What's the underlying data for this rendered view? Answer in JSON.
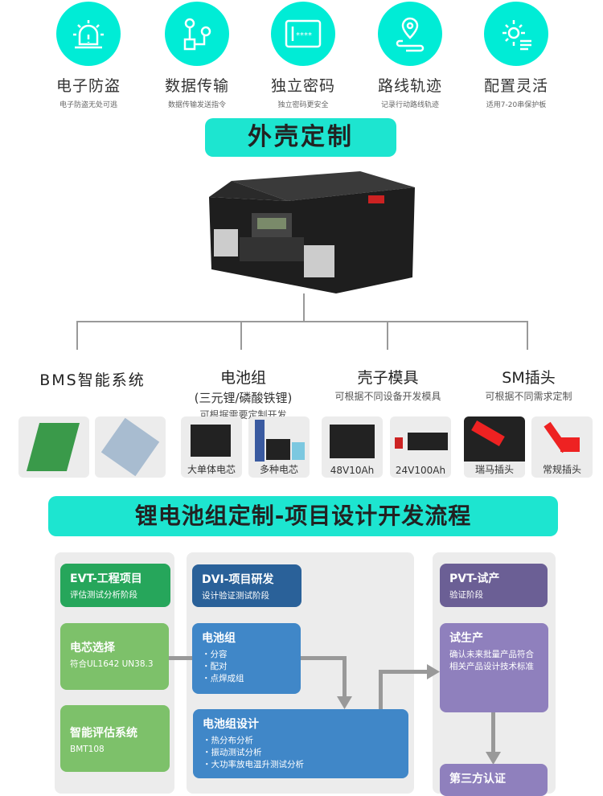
{
  "features": [
    {
      "icon": "alarm-icon",
      "title": "电子防盗",
      "sub": "电子防盗无处可逃"
    },
    {
      "icon": "data-transfer-icon",
      "title": "数据传输",
      "sub": "数据传输发送指令"
    },
    {
      "icon": "password-icon",
      "title": "独立密码",
      "sub": "独立密码更安全"
    },
    {
      "icon": "route-icon",
      "title": "路线轨迹",
      "sub": "记录行动路线轨迹"
    },
    {
      "icon": "gear-config-icon",
      "title": "配置灵活",
      "sub": "适用7-20串保护板"
    }
  ],
  "section1_title": "外壳定制",
  "categories": [
    {
      "title": "BMS智能系统"
    },
    {
      "title": "电池组",
      "sub1": "(三元锂/磷酸铁锂)",
      "sub2": "可根据需要定制开发"
    },
    {
      "title": "壳子模具",
      "sub1": "可根据不同设备开发模具"
    },
    {
      "title": "SM插头",
      "sub1": "可根据不同需求定制"
    }
  ],
  "thumbs": [
    "",
    "",
    "大单体电芯",
    "多种电芯",
    "48V10Ah",
    "24V100Ah",
    "瑞马插头",
    "常规插头"
  ],
  "section2_title": "锂电池组定制-项目设计开发流程",
  "flow": {
    "evt": {
      "title": "EVT-工程项目",
      "sub": "评估测试分析阶段"
    },
    "cell": {
      "title": "电芯选择",
      "sub": "符合UL1642 UN38.3"
    },
    "eval": {
      "title": "智能评估系统",
      "sub": "BMT108"
    },
    "dvi": {
      "title": "DVI-项目研发",
      "sub": "设计验证测试阶段"
    },
    "pack": {
      "title": "电池组",
      "items": [
        "・分容",
        "・配对",
        "・点焊成组"
      ]
    },
    "design": {
      "title": "电池组设计",
      "items": [
        "・热分布分析",
        "・振动测试分析",
        "・大功率放电温升测试分析"
      ]
    },
    "pvt": {
      "title": "PVT-试产",
      "sub": "验证阶段"
    },
    "trial": {
      "title": "试生产",
      "sub": "确认未来批量产品符合相关产品设计技术标准"
    },
    "cert": {
      "title": "第三方认证"
    }
  }
}
